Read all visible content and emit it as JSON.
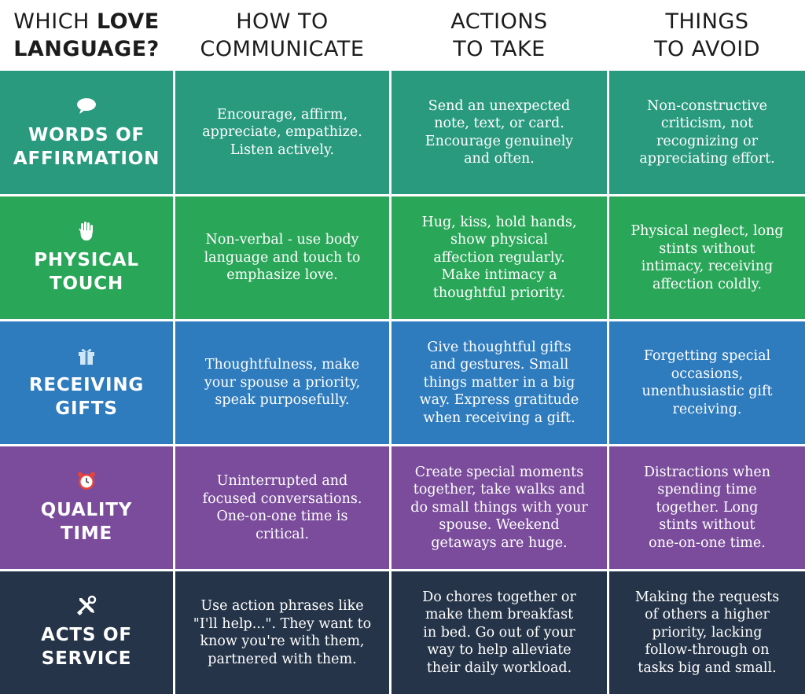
{
  "header": {
    "col0": {
      "line1_plain": "WHICH ",
      "line1_bold": "LOVE",
      "line2_bold": "LANGUAGE?"
    },
    "col1": {
      "line1": "HOW TO",
      "line2": "COMMUNICATE"
    },
    "col2": {
      "line1": "ACTIONS",
      "line2": "TO TAKE"
    },
    "col3": {
      "line1": "THINGS",
      "line2": "TO AVOID"
    }
  },
  "colors": {
    "words": "#2a9a7e",
    "touch": "#2aa659",
    "gifts": "#2e7bbe",
    "time": "#7a4c9b",
    "service": "#253448",
    "divider": "#ffffff"
  },
  "rows": [
    {
      "icon": "speech-bubble-icon",
      "name": [
        "WORDS OF",
        "AFFIRMATION"
      ],
      "communicate": [
        "Encourage, affirm,",
        "appreciate, empathize.",
        "Listen actively."
      ],
      "actions": [
        "Send an unexpected",
        "note, text, or card.",
        "Encourage genuinely",
        "and often."
      ],
      "avoid": [
        "Non-constructive",
        "criticism, not",
        "recognizing or",
        "appreciating effort."
      ]
    },
    {
      "icon": "hand-icon",
      "name": [
        "PHYSICAL",
        "TOUCH"
      ],
      "communicate": [
        "Non-verbal - use body",
        "language and touch to",
        "emphasize love."
      ],
      "actions": [
        "Hug, kiss, hold hands,",
        "show physical",
        "affection regularly.",
        "Make intimacy a",
        "thoughtful priority."
      ],
      "avoid": [
        "Physical neglect, long",
        "stints without",
        "intimacy, receiving",
        "affection coldly."
      ]
    },
    {
      "icon": "gift-icon",
      "name": [
        "RECEIVING",
        "GIFTS"
      ],
      "communicate": [
        "Thoughtfulness, make",
        "your spouse a priority,",
        "speak purposefully."
      ],
      "actions": [
        "Give thoughtful gifts",
        "and gestures. Small",
        "things matter in a big",
        "way. Express gratitude",
        "when receiving a gift."
      ],
      "avoid": [
        "Forgetting special",
        "occasions,",
        "unenthusiastic gift",
        "receiving."
      ]
    },
    {
      "icon": "alarm-clock-icon",
      "name": [
        "QUALITY",
        "TIME"
      ],
      "communicate": [
        "Uninterrupted and",
        "focused conversations.",
        "One-on-one time is",
        "critical."
      ],
      "actions": [
        "Create special moments",
        "together, take walks and",
        "do small things with your",
        "spouse. Weekend",
        "getaways are huge."
      ],
      "avoid": [
        "Distractions when",
        "spending time",
        "together. Long",
        "stints without",
        "one-on-one time."
      ]
    },
    {
      "icon": "tools-icon",
      "name": [
        "ACTS OF",
        "SERVICE"
      ],
      "communicate": [
        "Use action phrases like",
        "\"I'll help...\". They want to",
        "know you're with them,",
        "partnered with them."
      ],
      "actions": [
        "Do chores together or",
        "make them breakfast",
        "in bed. Go out of your",
        "way to help alleviate",
        "their daily workload."
      ],
      "avoid": [
        "Making the requests",
        "of others a higher",
        "priority, lacking",
        "follow-through on",
        "tasks big and small."
      ]
    }
  ]
}
